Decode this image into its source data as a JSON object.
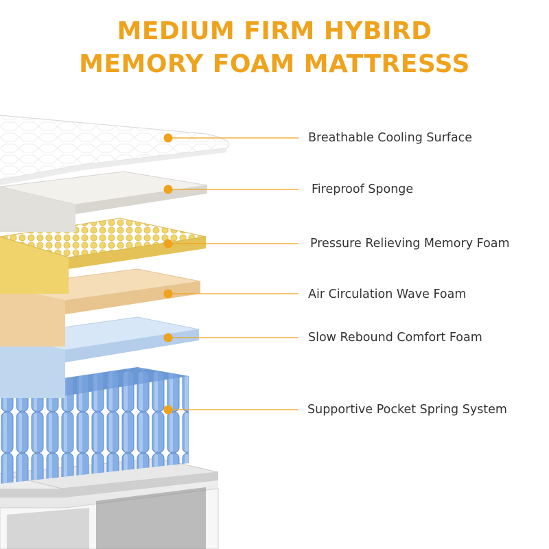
{
  "title": {
    "line1": "MEDIUM FIRM HYBIRD",
    "line2": "MEMORY FOAM MATTRESSS"
  },
  "colors": {
    "accent": "#EFA21C",
    "label_text": "#333333",
    "memory_foam": "#EBCB5A",
    "wave_foam": "#F1D3A3",
    "comfort_foam": "#C6DDF2",
    "springs": "#7FA9E2"
  },
  "layers": [
    {
      "label": "Breathable Cooling Surface"
    },
    {
      "label": "Fireproof Sponge"
    },
    {
      "label": "Pressure Relieving Memory Foam"
    },
    {
      "label": "Air Circulation Wave Foam"
    },
    {
      "label": "Slow Rebound Comfort Foam"
    },
    {
      "label": "Supportive Pocket Spring System"
    }
  ]
}
